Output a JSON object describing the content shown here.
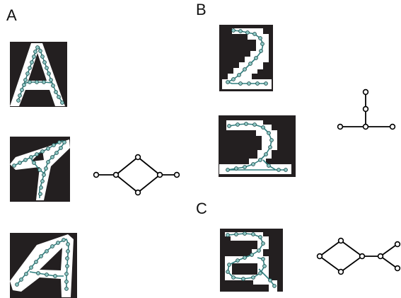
{
  "panels": [
    {
      "label": "A"
    },
    {
      "label": "B"
    },
    {
      "label": "C"
    }
  ],
  "colors": {
    "background": "#ffffff",
    "image_background": "#231f20",
    "glyph_fill": "#ffffff",
    "skeleton_line": "#2f7f7f",
    "node_fill": "#8ec9c6",
    "node_stroke": "#1e4c4c",
    "graph_line": "#000000"
  }
}
